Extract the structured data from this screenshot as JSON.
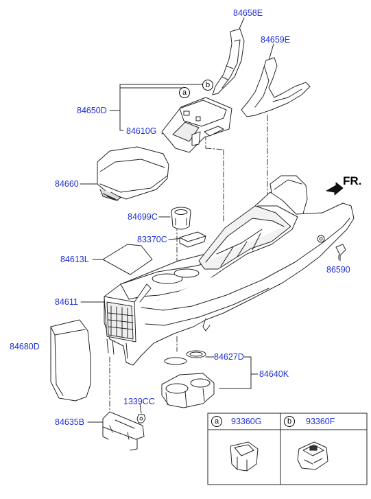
{
  "diagram": {
    "direction_label": "FR.",
    "callouts": {
      "p84658E": "84658E",
      "p84659E": "84659E",
      "p84650D": "84650D",
      "p84610G": "84610G",
      "p84660": "84660",
      "p84699C": "84699C",
      "p83370C": "83370C",
      "p84613L": "84613L",
      "p84611": "84611",
      "p84680D": "84680D",
      "p84627D": "84627D",
      "p84640K": "84640K",
      "p1339CC": "1339CC",
      "p84635B": "84635B",
      "p86590": "86590"
    },
    "circle_tags": {
      "a": "a",
      "b": "b"
    }
  },
  "legend": {
    "a_tag": "a",
    "a_part": "93360G",
    "b_tag": "b",
    "b_part": "93360F"
  }
}
